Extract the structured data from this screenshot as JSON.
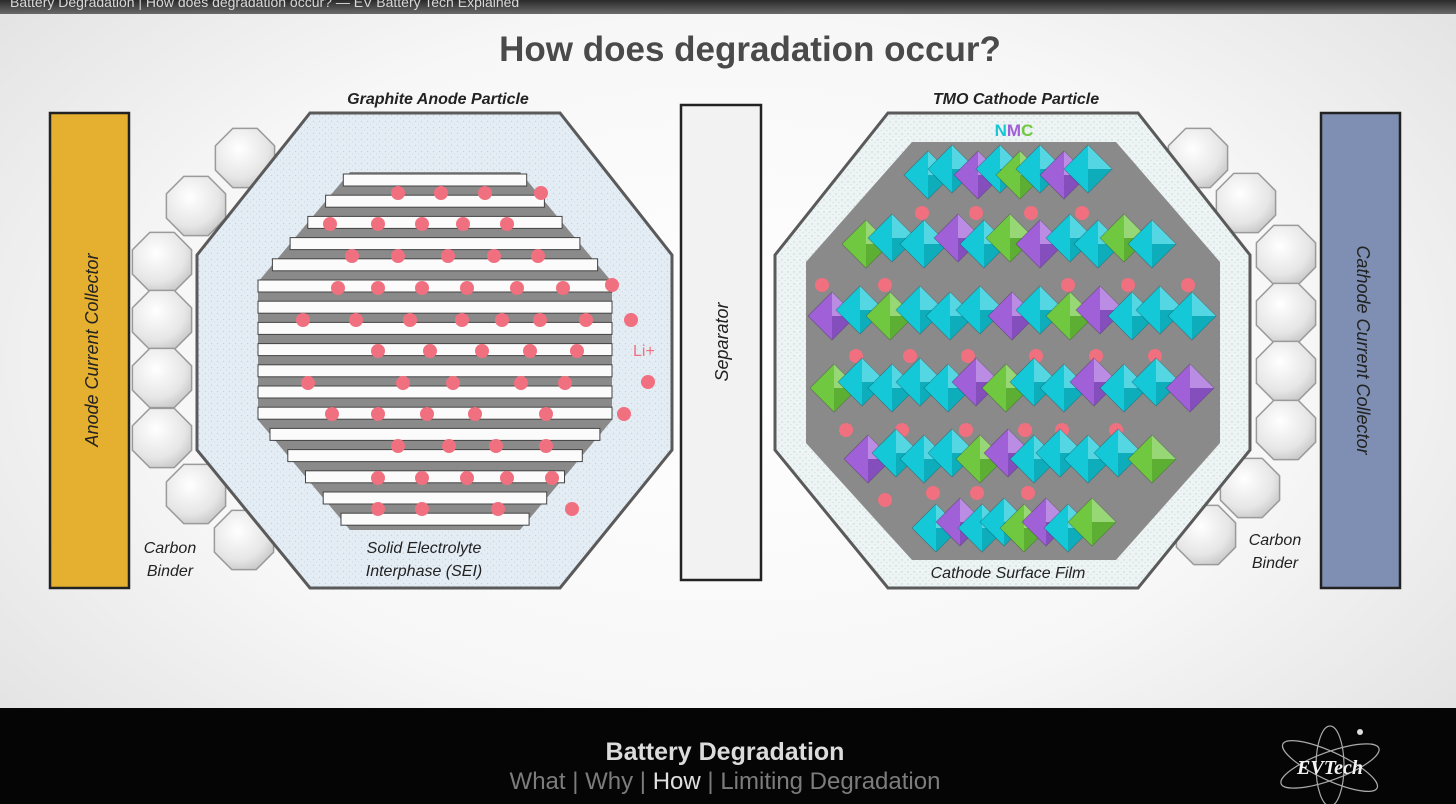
{
  "window": {
    "title_strip": "Battery Degradation | How does degradation occur? — EV Battery Tech Explained",
    "menu_icon": "more-vertical-icon"
  },
  "slide": {
    "title": "How does degradation occur?"
  },
  "diagram": {
    "anode_collector_label": "Anode Current Collector",
    "cathode_collector_label": "Cathode Current Collector",
    "separator_label": "Separator",
    "anode_particle_title": "Graphite Anode Particle",
    "cathode_particle_title": "TMO Cathode Particle",
    "nmc_letters": [
      "N",
      "M",
      "C"
    ],
    "li_label": "Li+",
    "sei_label_line1": "Solid Electrolyte",
    "sei_label_line2": "Interphase (SEI)",
    "cathode_film_label": "Cathode Surface Film",
    "left_binder_line1": "Carbon",
    "left_binder_line2": "Binder",
    "right_binder_line1": "Carbon",
    "right_binder_line2": "Binder"
  },
  "colors": {
    "anode_collector": "#E5B030",
    "cathode_collector": "#7E8FB3",
    "li_ion": "#F07080",
    "nmc_cyan": "#14C8D8",
    "nmc_purple": "#A060D8",
    "nmc_green": "#70C840",
    "particle_bg": "#8A8A8A",
    "sei_film": "#E4ECF4"
  },
  "footer": {
    "title": "Battery Degradation",
    "nav": [
      "What",
      "Why",
      "How",
      "Limiting Degradation"
    ],
    "nav_separator": " | ",
    "current": "How",
    "logo_text": "EVTech"
  }
}
